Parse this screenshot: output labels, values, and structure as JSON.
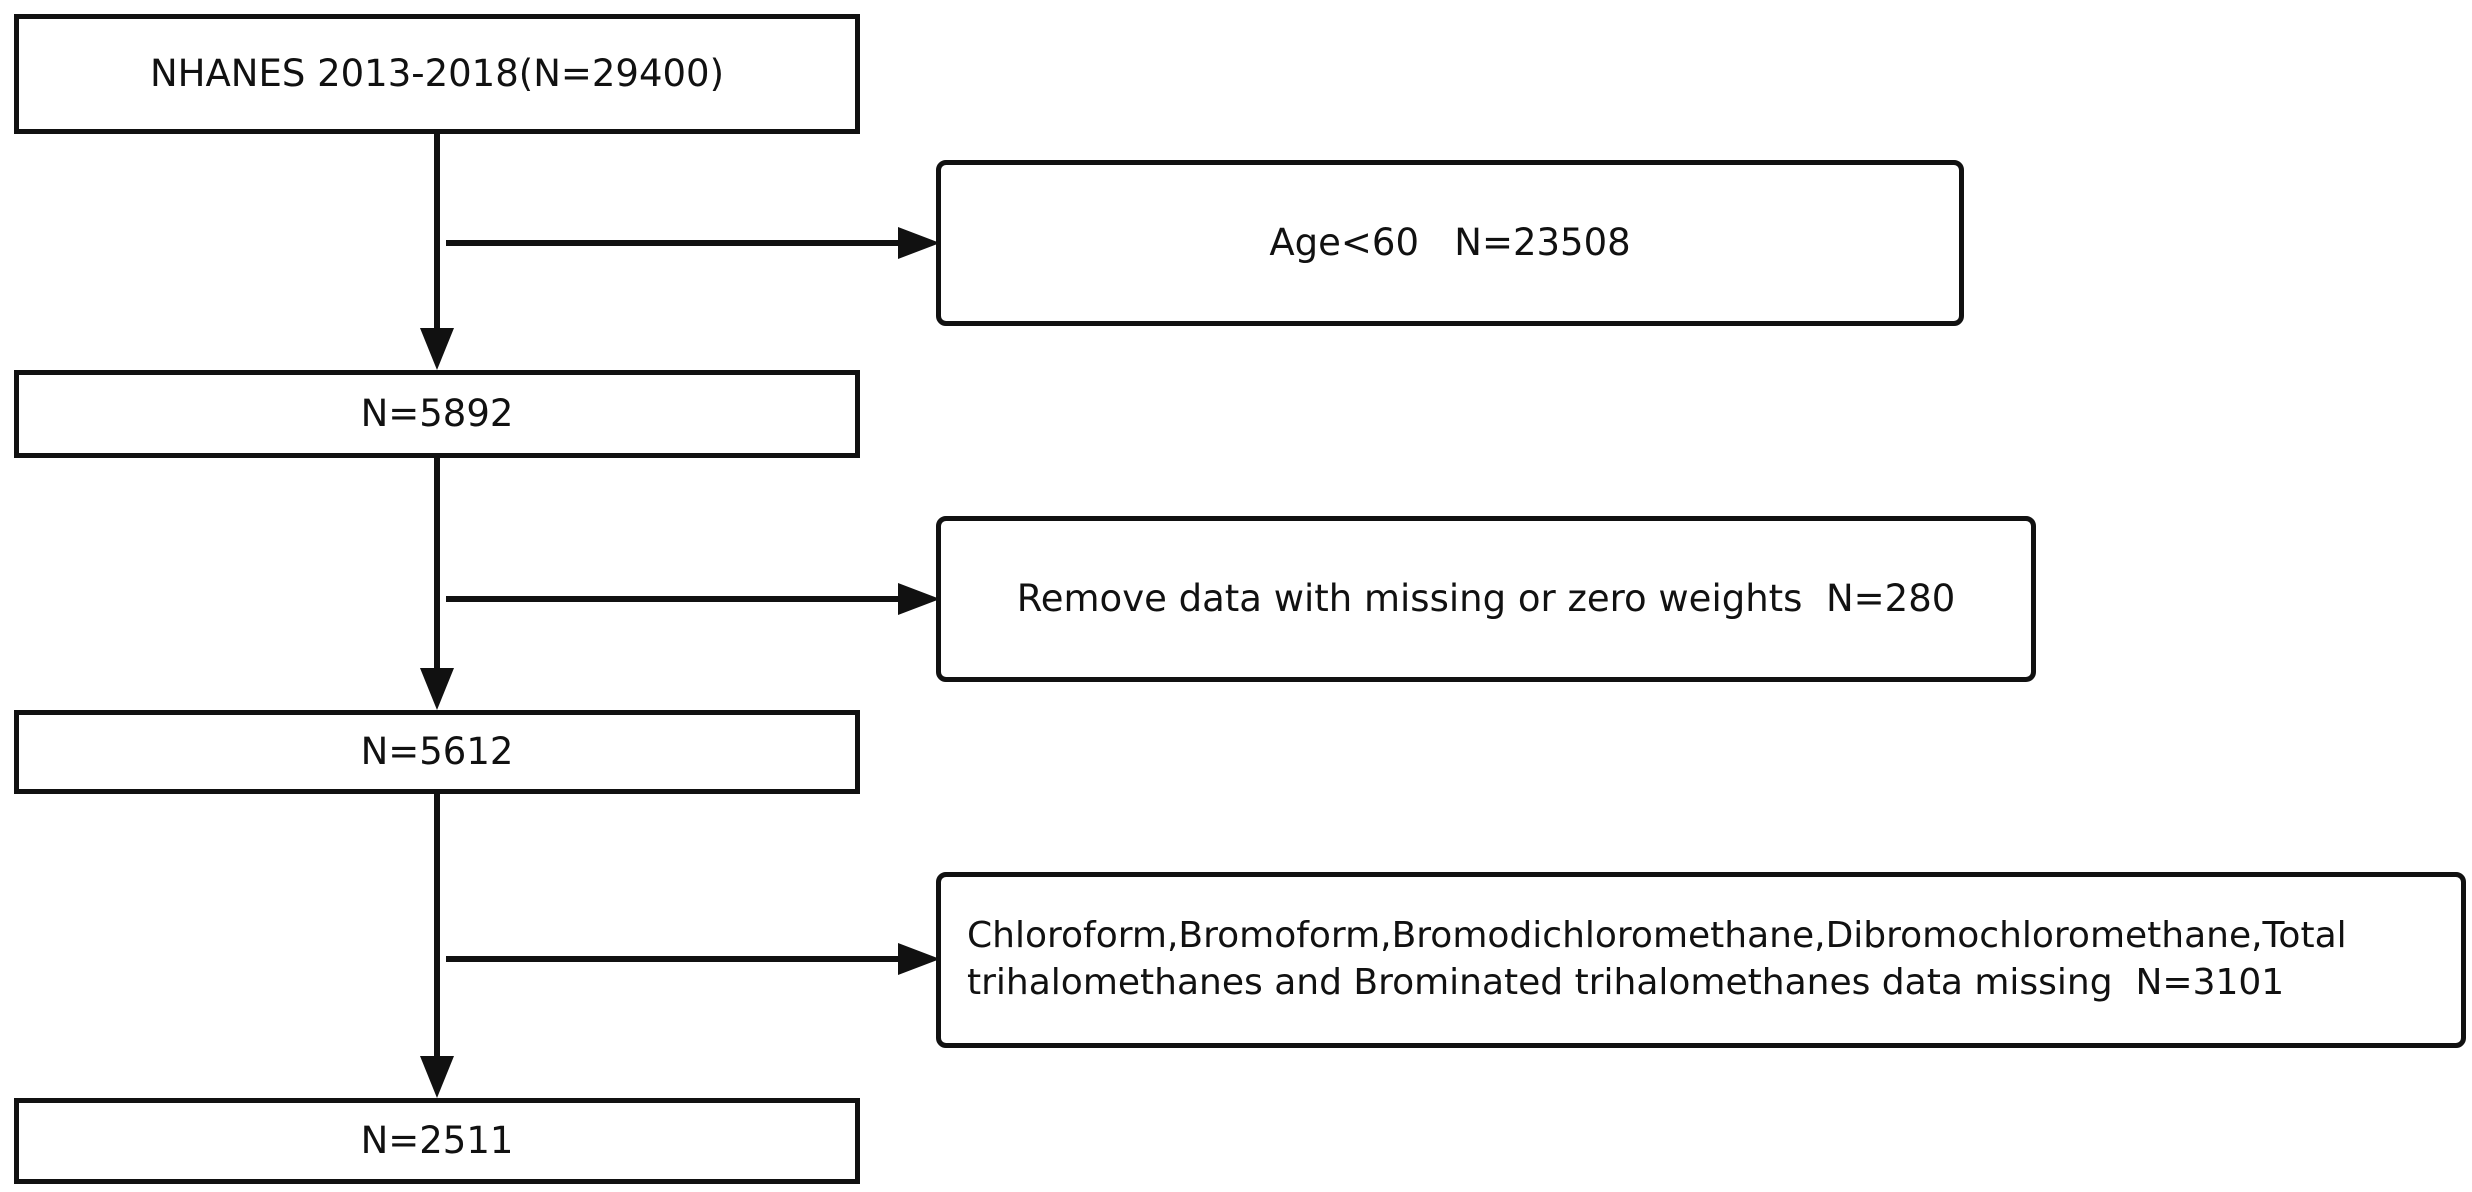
{
  "flowchart": {
    "main_boxes": [
      {
        "text": "NHANES 2013-2018(N=29400)"
      },
      {
        "text": "N=5892"
      },
      {
        "text": "N=5612"
      },
      {
        "text": "N=2511"
      }
    ],
    "exclusion_boxes": [
      {
        "text": "Age<60   N=23508"
      },
      {
        "text": "Remove data with missing or zero weights  N=280"
      },
      {
        "lines": [
          "Chloroform,Bromoform,Bromodichloromethane,Dibromochloromethane,Total",
          "trihalomethanes and Brominated trihalomethanes data missing  N=3101"
        ]
      }
    ]
  }
}
